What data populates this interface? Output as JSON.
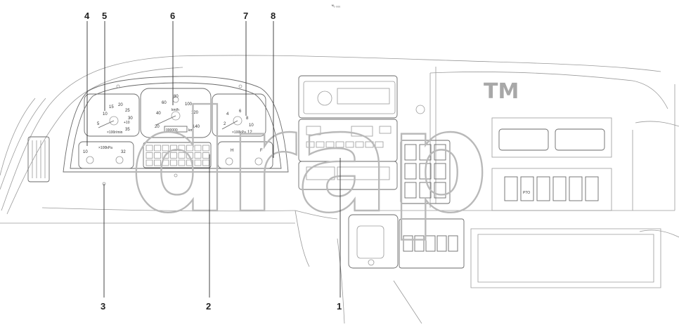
{
  "header": {
    "top_mark": "ᴹ₀ ₀₀₀"
  },
  "callouts": [
    {
      "id": "4",
      "text": "4"
    },
    {
      "id": "5",
      "text": "5"
    },
    {
      "id": "6",
      "text": "6"
    },
    {
      "id": "7",
      "text": "7"
    },
    {
      "id": "8",
      "text": "8"
    },
    {
      "id": "3",
      "text": "3"
    },
    {
      "id": "2",
      "text": "2"
    },
    {
      "id": "1",
      "text": "1"
    }
  ],
  "watermark": {
    "text": "drap",
    "tm": "TM"
  },
  "gauges": {
    "tachometer": {
      "ticks": [
        "5",
        "10",
        "15",
        "20",
        "25",
        "30",
        "35"
      ],
      "unit": "×100r/min",
      "extra": "+10"
    },
    "speedometer": {
      "ticks": [
        "20",
        "40",
        "60",
        "80",
        "100",
        "120",
        "140"
      ],
      "unit": "km/h",
      "odometer": "000000",
      "odo_unit": "km"
    },
    "pressure": {
      "ticks": [
        "2",
        "4",
        "6",
        "8",
        "10",
        "12"
      ],
      "unit": "×100kPa"
    },
    "oil": {
      "label": "×100kPa",
      "ticks": [
        "10",
        "32"
      ]
    },
    "fuel": {
      "labels": [
        "H",
        "F"
      ]
    }
  },
  "panel_labels": {
    "pto": "PTO"
  },
  "colors": {
    "line": "#9a9a9a",
    "dark": "#6a6a6a",
    "callout": "#222222",
    "watermark": "#b9b9b9"
  }
}
